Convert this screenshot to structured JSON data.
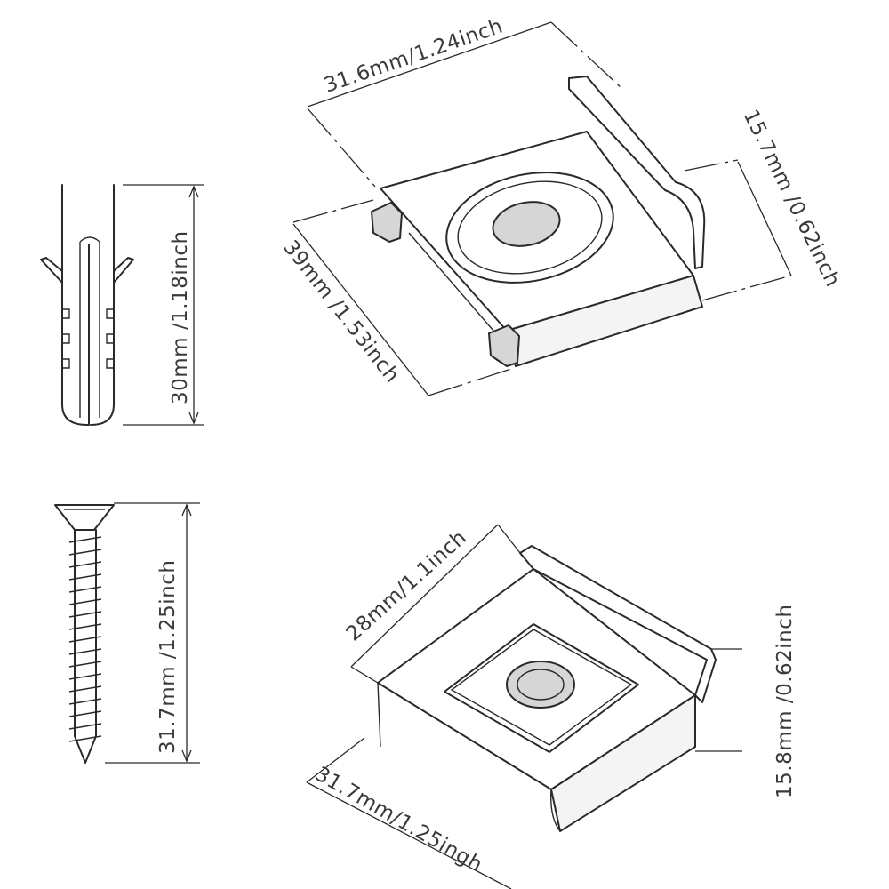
{
  "labels": {
    "anchor_height": "30mm /1.18inch",
    "clip_a_width": "31.6mm/1.24inch",
    "clip_a_height": "15.7mm /0.62inch",
    "clip_a_depth": "39mm /1.53inch",
    "screw_length": "31.7mm /1.25inch",
    "clip_b_width": "28mm/1.1inch",
    "clip_b_height": "15.8mm /0.62inch",
    "clip_b_depth": "31.7mm/1.25ingh"
  },
  "colors": {
    "line": "#2a2a2a",
    "text": "#3a3a3a",
    "background": "#ffffff"
  }
}
